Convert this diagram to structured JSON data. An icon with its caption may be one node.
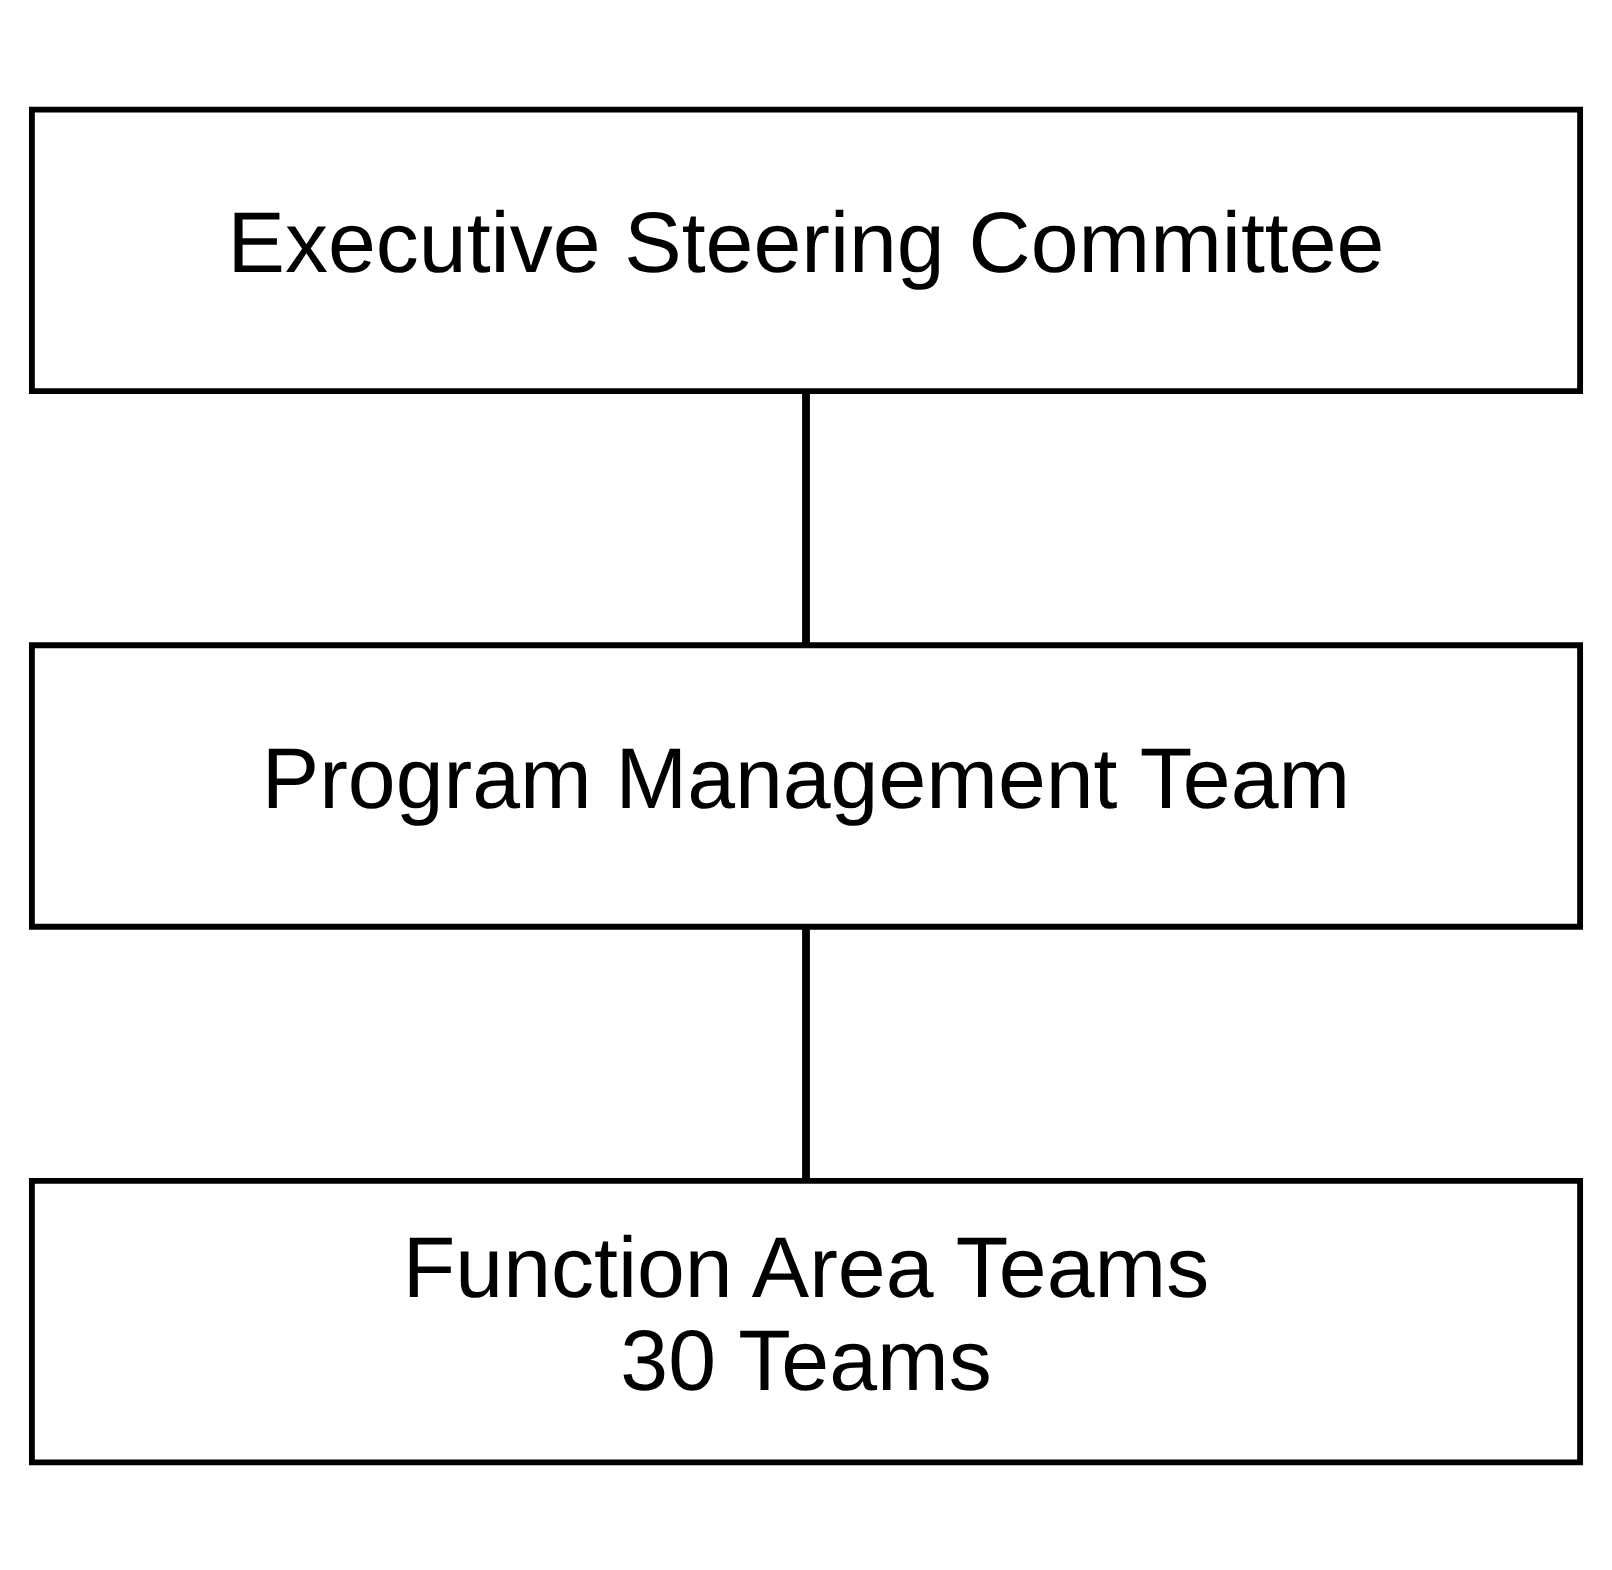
{
  "diagram": {
    "nodes": [
      {
        "text": [
          "Executive Steering Committee"
        ]
      },
      {
        "text": [
          "Program Management Team"
        ]
      },
      {
        "text": [
          "Function Area Teams",
          "30 Teams"
        ]
      }
    ],
    "edges": [
      {
        "from": 0,
        "to": 1,
        "arrow": "none"
      },
      {
        "from": 1,
        "to": 2,
        "arrow": "none"
      }
    ]
  }
}
